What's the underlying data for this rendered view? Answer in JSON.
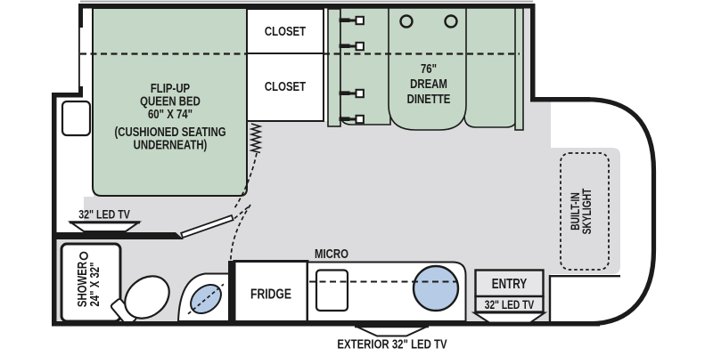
{
  "title": "Class B+ motorhome floor plan",
  "colors": {
    "wall": "#1b1b1b",
    "floor": "#dcdcde",
    "furniture_green": "#c5d7c6",
    "sink_blue": "#b6cce6",
    "entry_fill": "#e6e6e8",
    "white": "#ffffff",
    "outline": "#1b1b1b",
    "roofline_gray": "#ababab"
  },
  "bed": {
    "lines": [
      "FLIP-UP",
      "QUEEN BED",
      "60\" X 74\"",
      "(CUSHIONED SEATING",
      "UNDERNEATH)"
    ]
  },
  "closet_top": {
    "label": "CLOSET"
  },
  "closet_bottom": {
    "label": "CLOSET"
  },
  "dinette": {
    "lines": [
      "76\"",
      "DREAM",
      "DINETTE"
    ]
  },
  "skylight": {
    "lines": [
      "BUILT-IN",
      "SKYLIGHT"
    ]
  },
  "shower": {
    "lines": [
      "SHOWER",
      "24\" X 32\""
    ]
  },
  "bedroom_tv": {
    "label": "32\" LED TV"
  },
  "fridge": {
    "label": "FRIDGE"
  },
  "micro": {
    "label": "MICRO"
  },
  "exterior_tv": {
    "label": "EXTERIOR 32\" LED TV"
  },
  "entry": {
    "label": "ENTRY",
    "tv_label": "32\" LED TV"
  }
}
